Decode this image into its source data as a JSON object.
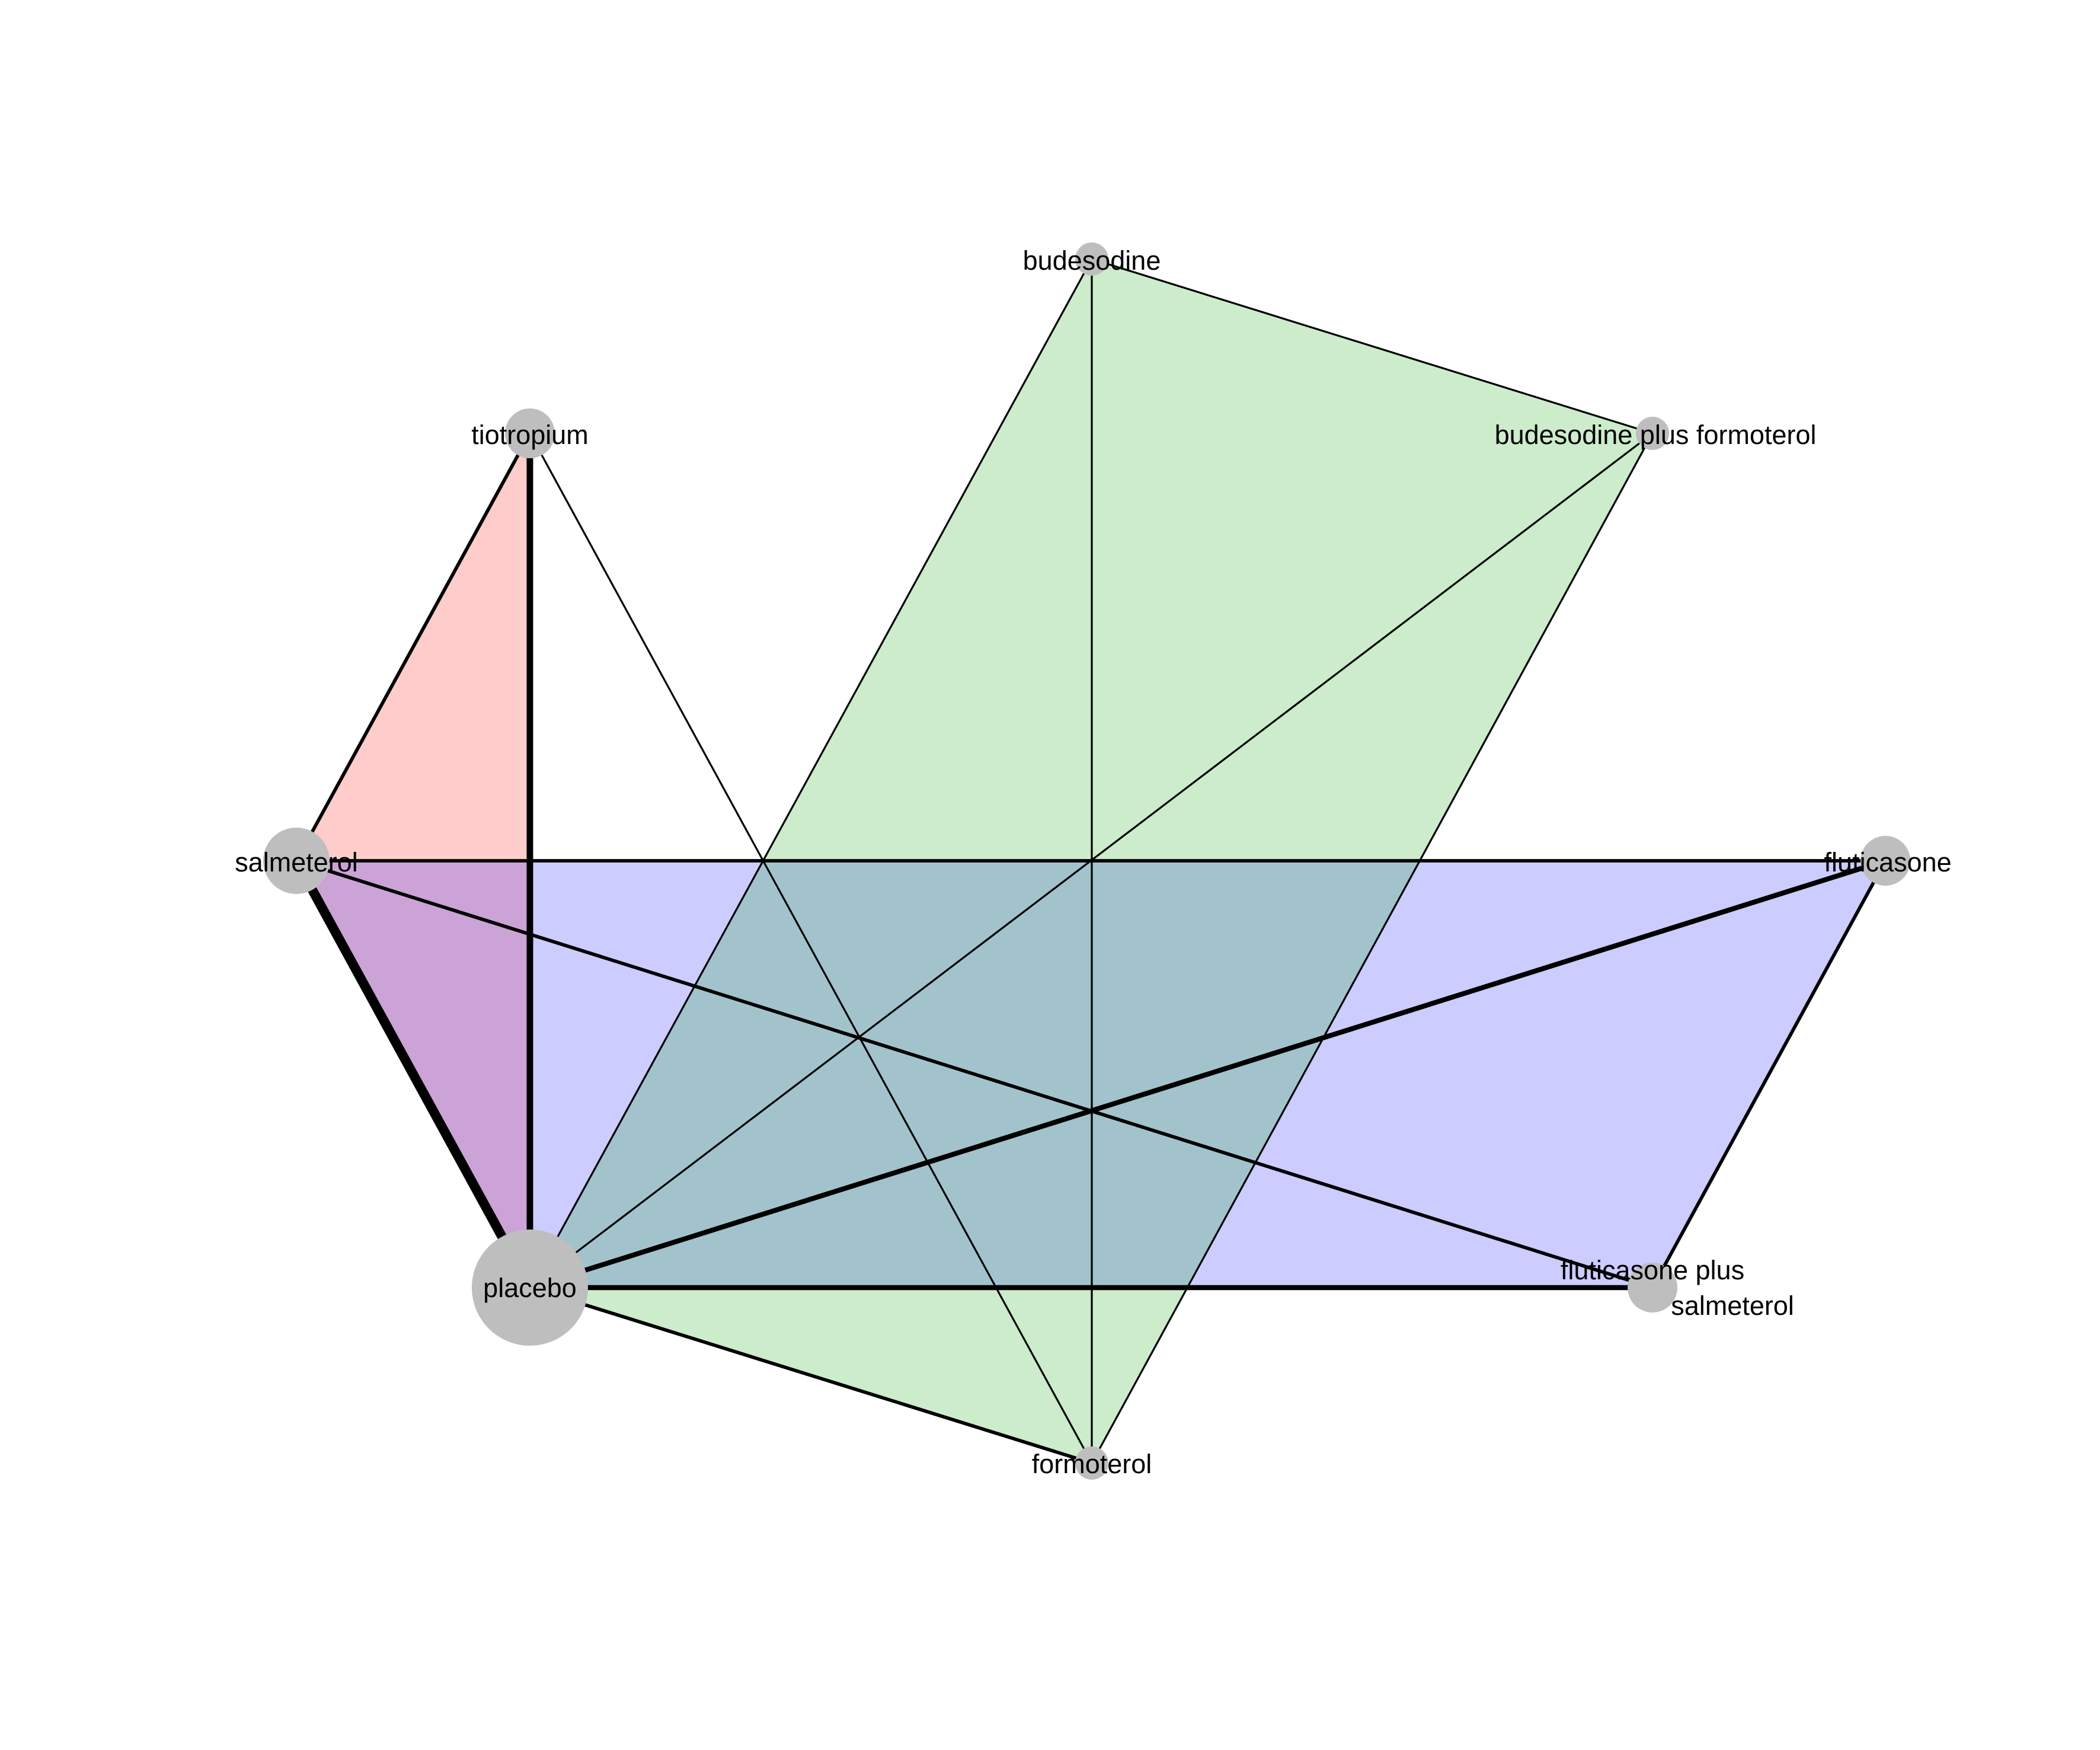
{
  "colors": {
    "node_fill": "#bebebe",
    "edge_stroke": "#000000",
    "background": "#ffffff"
  },
  "nodes": [
    {
      "id": "budesodine",
      "label": "budesodine",
      "size": 1
    },
    {
      "id": "budesodine_plus_formoterol",
      "label": "budesodine plus formoterol",
      "size": 1
    },
    {
      "id": "fluticasone",
      "label": "fluticasone",
      "size": 2
    },
    {
      "id": "fluticasone_plus_salmeterol",
      "label_lines": [
        "fluticasone plus",
        "salmeterol"
      ],
      "size": 2
    },
    {
      "id": "formoterol",
      "label": "formoterol",
      "size": 1
    },
    {
      "id": "placebo",
      "label": "placebo",
      "size": 6
    },
    {
      "id": "salmeterol",
      "label": "salmeterol",
      "size": 3
    },
    {
      "id": "tiotropium",
      "label": "tiotropium",
      "size": 2
    }
  ],
  "edges": [
    {
      "from": "salmeterol",
      "to": "placebo",
      "weight": 6
    },
    {
      "from": "tiotropium",
      "to": "placebo",
      "weight": 4
    },
    {
      "from": "salmeterol",
      "to": "tiotropium",
      "weight": 2
    },
    {
      "from": "salmeterol",
      "to": "fluticasone",
      "weight": 2
    },
    {
      "from": "salmeterol",
      "to": "fluticasone_plus_salmeterol",
      "weight": 2
    },
    {
      "from": "placebo",
      "to": "fluticasone",
      "weight": 3
    },
    {
      "from": "placebo",
      "to": "fluticasone_plus_salmeterol",
      "weight": 3
    },
    {
      "from": "fluticasone",
      "to": "fluticasone_plus_salmeterol",
      "weight": 2
    },
    {
      "from": "placebo",
      "to": "formoterol",
      "weight": 2
    },
    {
      "from": "tiotropium",
      "to": "formoterol",
      "weight": 1
    },
    {
      "from": "budesodine",
      "to": "placebo",
      "weight": 1
    },
    {
      "from": "budesodine",
      "to": "formoterol",
      "weight": 1
    },
    {
      "from": "budesodine",
      "to": "budesodine_plus_formoterol",
      "weight": 1
    },
    {
      "from": "budesodine_plus_formoterol",
      "to": "placebo",
      "weight": 1
    },
    {
      "from": "budesodine_plus_formoterol",
      "to": "formoterol",
      "weight": 1
    }
  ],
  "multi_arm_studies": [
    {
      "nodes": [
        "tiotropium",
        "salmeterol",
        "placebo"
      ],
      "color": "#ff0000",
      "opacity": 0.2
    },
    {
      "nodes": [
        "salmeterol",
        "fluticasone",
        "fluticasone_plus_salmeterol",
        "placebo"
      ],
      "color": "#0000ff",
      "opacity": 0.2
    },
    {
      "nodes": [
        "budesodine",
        "budesodine_plus_formoterol",
        "formoterol",
        "placebo"
      ],
      "color": "#00a000",
      "opacity": 0.2
    }
  ]
}
